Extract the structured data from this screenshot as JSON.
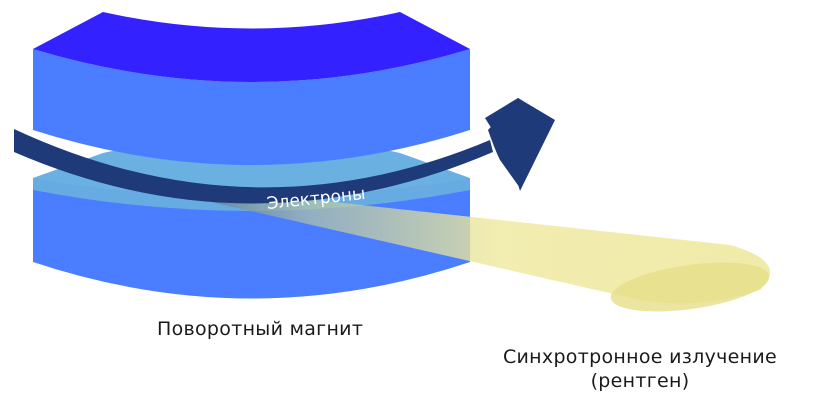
{
  "diagram": {
    "labels": {
      "electrons": "Электроны",
      "magnet": "Поворотный магнит",
      "radiation_line1": "Синхротронное излучение",
      "radiation_line2": "(рентген)"
    },
    "colors": {
      "magnet_top_face": "#3322ff",
      "magnet_side": "#4a7dff",
      "gap_band": "#6ab0e0",
      "electron_arrow": "#1f3a78",
      "beam": "#efe9a0",
      "beam_end": "#e6df8a",
      "text": "#1a1a1a"
    }
  }
}
